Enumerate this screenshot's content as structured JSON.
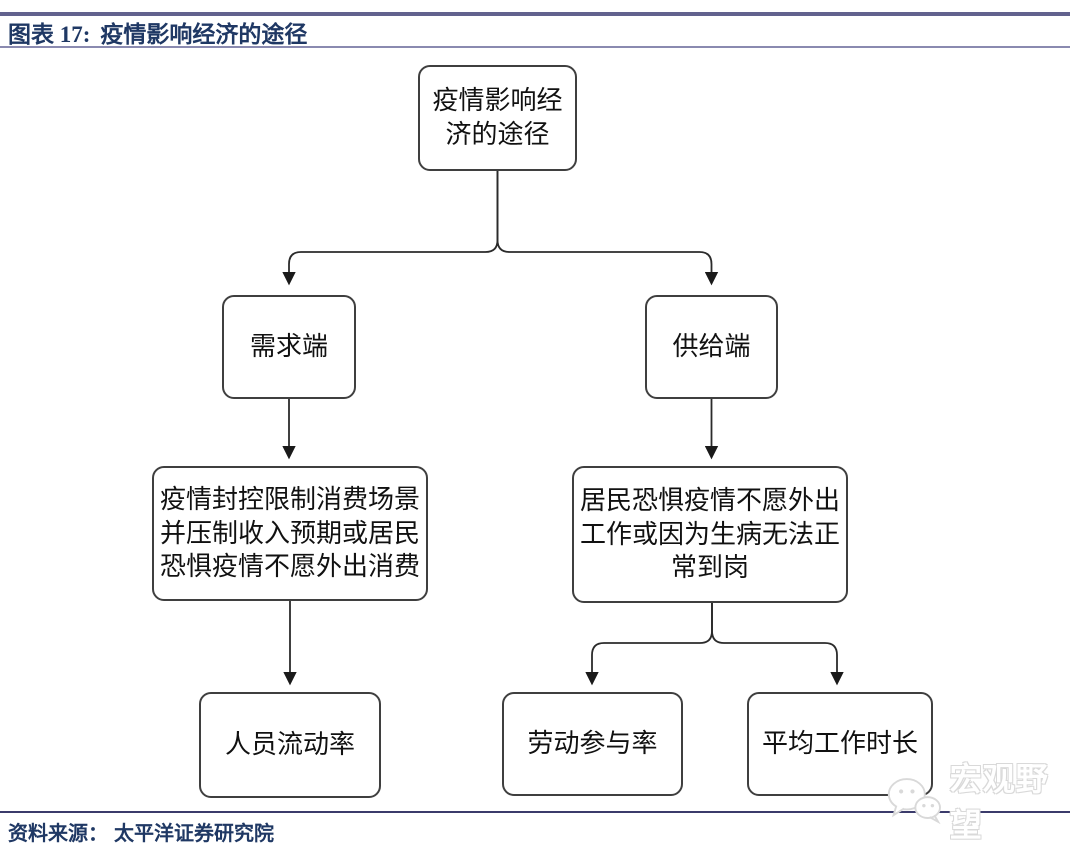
{
  "header": {
    "figure_label": "图表 17:",
    "figure_title": "疫情影响经济的途径",
    "accent_bar_color": "#62628E",
    "title_color": "#1F3864"
  },
  "flowchart": {
    "node_border_color": "#3F3F3F",
    "root": "疫情影响经\n济的途径",
    "demand": "需求端",
    "supply": "供给端",
    "demand_detail": "疫情封控限制消费场景\n并压制收入预期或居民\n恐惧疫情不愿外出消费",
    "supply_detail": "居民恐惧疫情不愿外出\n工作或因为生病无法正\n常到岗",
    "demand_metric": "人员流动率",
    "supply_metric_participation": "劳动参与率",
    "supply_metric_hours": "平均工作时长"
  },
  "footer": {
    "source_label": "资料来源：",
    "source_text": "太平洋证券研究院",
    "divider_color": "#3B3B6B"
  },
  "watermark": {
    "icon": "wechat-icon",
    "text": "宏观野望",
    "color": "#d9d9d9"
  }
}
